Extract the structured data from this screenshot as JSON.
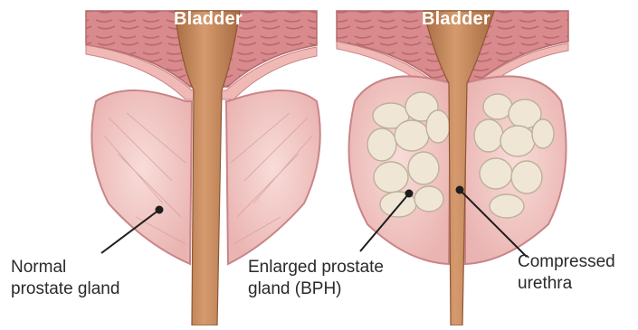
{
  "panels": {
    "normal": {
      "heading": "Bladder",
      "label_line1": "Normal",
      "label_line2": "prostate gland"
    },
    "enlarged": {
      "heading": "Bladder",
      "label_line1": "Enlarged prostate",
      "label_line2": "gland (BPH)"
    }
  },
  "callout": {
    "label_line1": "Compressed",
    "label_line2": "urethra"
  },
  "colors": {
    "bladder_wall": "#d98a8c",
    "gland_fill": "#f3c7c4",
    "gland_outline": "#c98587",
    "urethra": "#c5875a",
    "nodule": "#efe6d6"
  }
}
